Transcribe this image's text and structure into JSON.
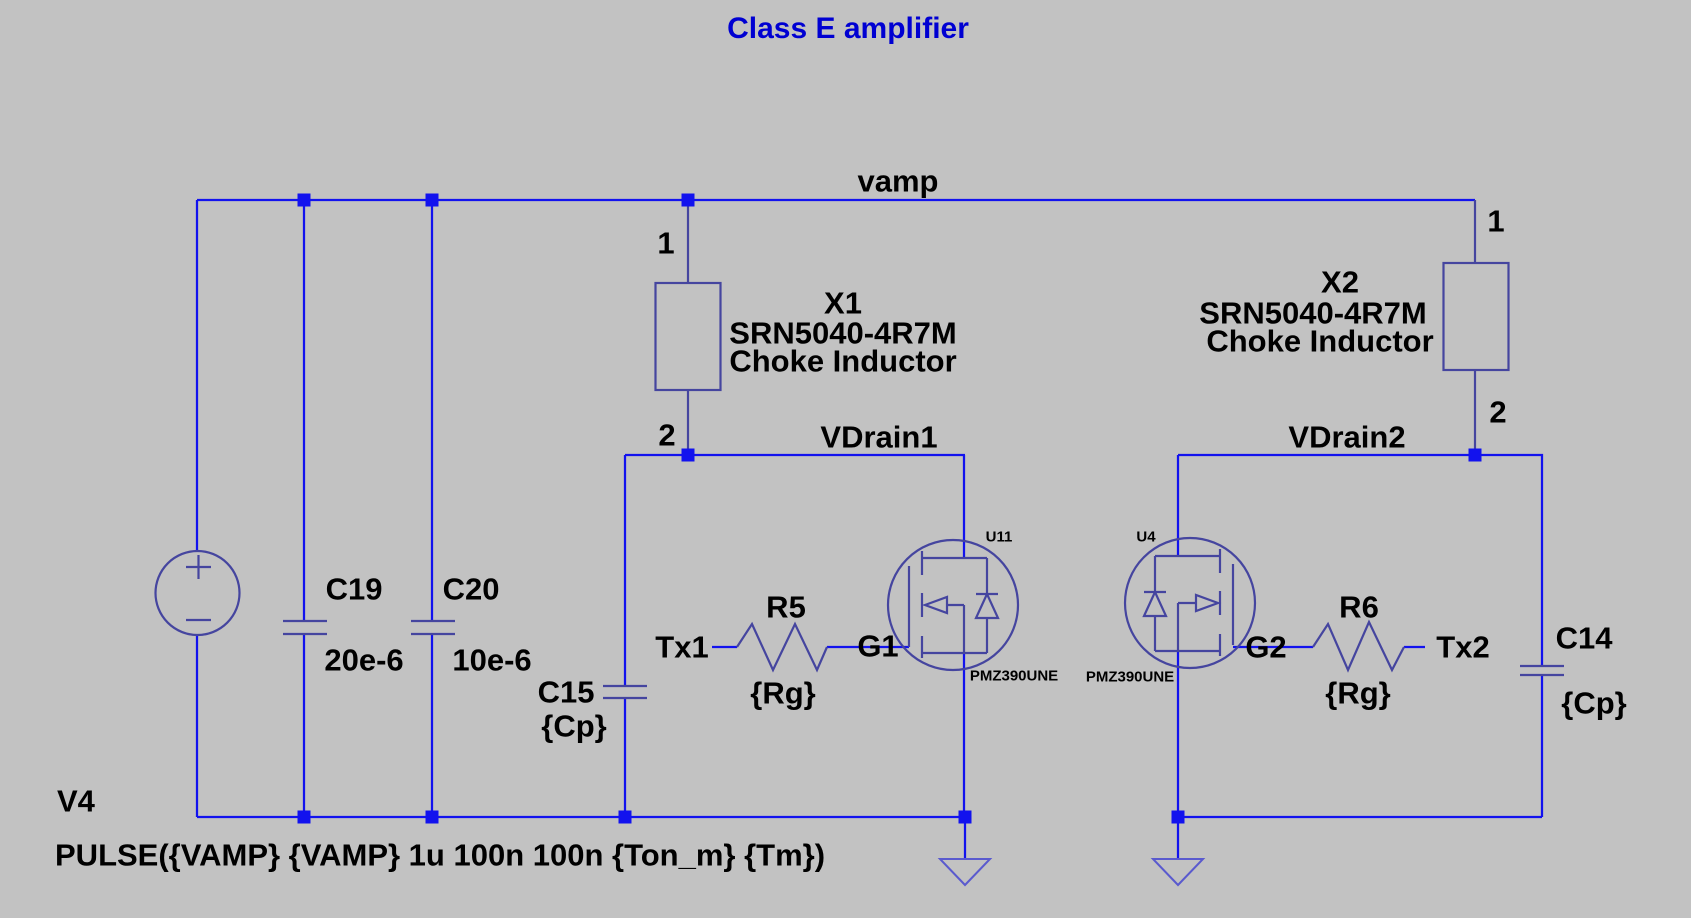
{
  "title": "Class E amplifier",
  "colors": {
    "background": "#c2c2c2",
    "wire": "#1212ee",
    "symbol": "#45459f",
    "ground": "#5a5ace",
    "title_text": "#0000d2",
    "label_text": "#000000"
  },
  "nets": {
    "vamp": "vamp",
    "vdrain1": "VDrain1",
    "vdrain2": "VDrain2",
    "tx1": "Tx1",
    "tx2": "Tx2",
    "g1": "G1",
    "g2": "G2"
  },
  "components": {
    "v4": {
      "ref": "V4",
      "value": "PULSE({VAMP} {VAMP} 1u 100n 100n {Ton_m} {Tm})",
      "type": "pulse-voltage-source"
    },
    "c19": {
      "ref": "C19",
      "value": "20e-6",
      "type": "capacitor"
    },
    "c20": {
      "ref": "C20",
      "value": "10e-6",
      "type": "capacitor"
    },
    "c15": {
      "ref": "C15",
      "value": "{Cp}",
      "type": "capacitor"
    },
    "c14": {
      "ref": "C14",
      "value": "{Cp}",
      "type": "capacitor"
    },
    "r5": {
      "ref": "R5",
      "value": "{Rg}",
      "type": "resistor"
    },
    "r6": {
      "ref": "R6",
      "value": "{Rg}",
      "type": "resistor"
    },
    "x1": {
      "ref": "X1",
      "part": "SRN5040-4R7M",
      "description": "Choke Inductor",
      "pin1": "1",
      "pin2": "2",
      "type": "choke-inductor"
    },
    "x2": {
      "ref": "X2",
      "part": "SRN5040-4R7M",
      "description": "Choke Inductor",
      "pin1": "1",
      "pin2": "2",
      "type": "choke-inductor"
    },
    "u11": {
      "ref": "U11",
      "part": "PMZ390UNE",
      "type": "n-mosfet"
    },
    "u4": {
      "ref": "U4",
      "part": "PMZ390UNE",
      "type": "n-mosfet"
    }
  }
}
